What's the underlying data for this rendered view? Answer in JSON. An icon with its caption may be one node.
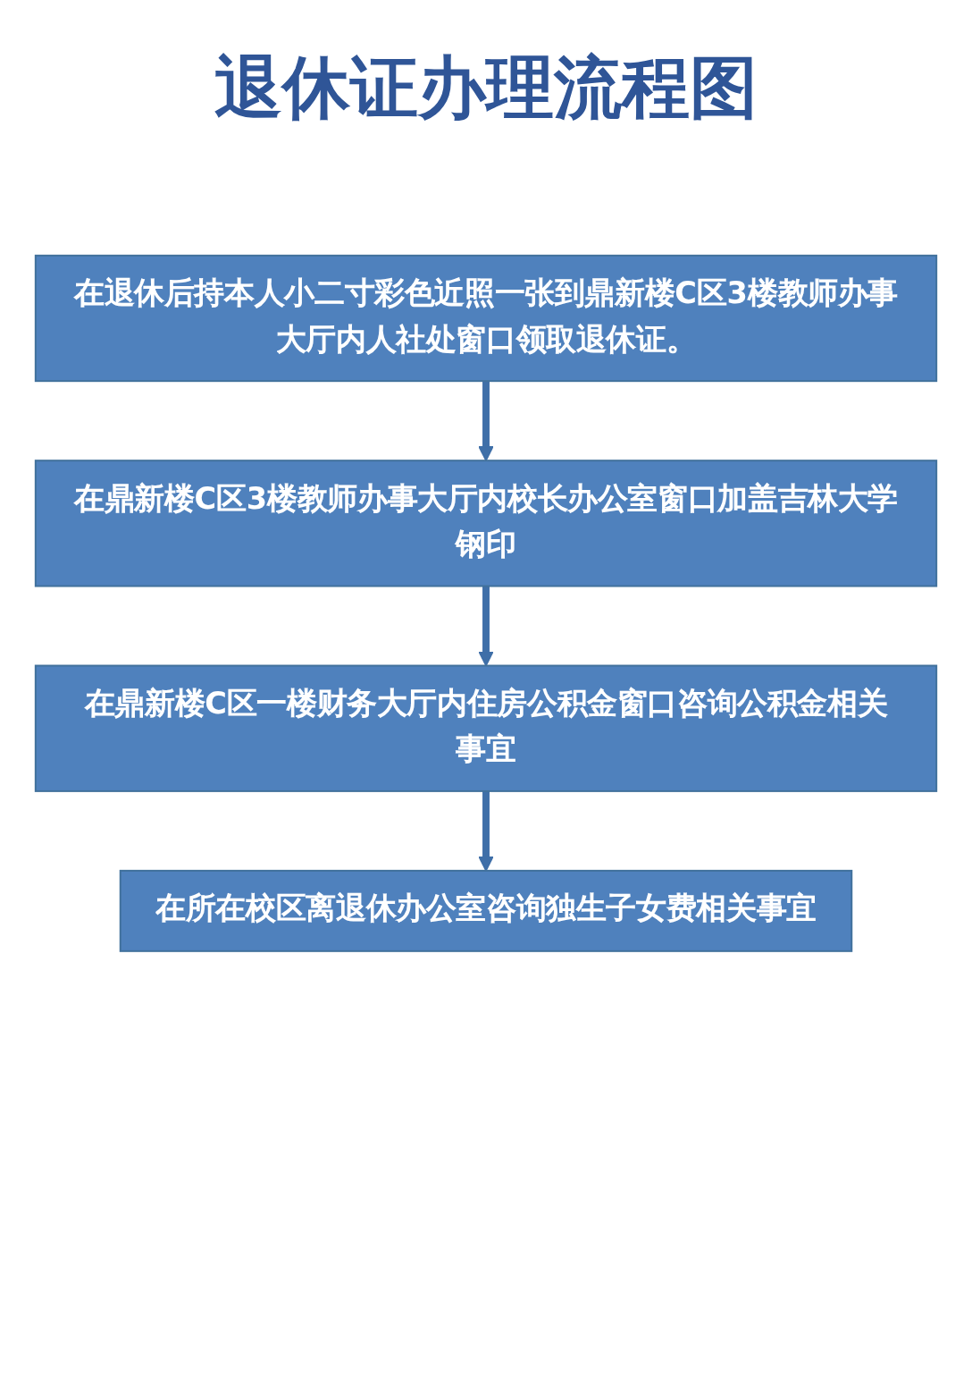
{
  "diagram": {
    "title": "退休证办理流程图",
    "nodes": [
      {
        "text": [
          "在退休后持本人小二寸彩色近照一张到鼎新楼C区3楼教师办事大厅内人社处窗口领取退休证。"
        ]
      },
      {
        "text": [
          "在鼎新楼C区3楼教师办事大厅内校长办公室窗口加盖吉林大学钢印"
        ]
      },
      {
        "text": [
          "在鼎新楼C区一楼财务大厅内住房公积金窗口咨询公积金相关事宜"
        ]
      },
      {
        "text": [
          "在所在校区离退休办公室咨询独生子女费相关事宜"
        ]
      }
    ],
    "edges": [
      {
        "from": 0,
        "to": 1,
        "arrow": "to"
      },
      {
        "from": 1,
        "to": 2,
        "arrow": "to"
      },
      {
        "from": 2,
        "to": 3,
        "arrow": "to"
      }
    ]
  }
}
